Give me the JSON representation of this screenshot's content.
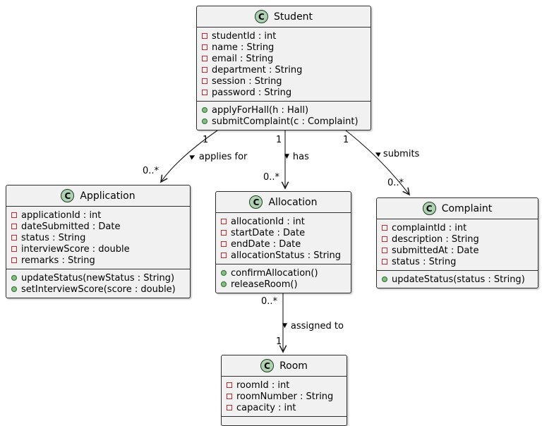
{
  "diagram": {
    "type": "uml-class-diagram",
    "classes": [
      {
        "name": "Student",
        "stereotype": "C",
        "attributes": [
          "studentId : int",
          "name : String",
          "email : String",
          "department : String",
          "session : String",
          "password : String"
        ],
        "methods": [
          "applyForHall(h : Hall)",
          "submitComplaint(c : Complaint)"
        ]
      },
      {
        "name": "Application",
        "stereotype": "C",
        "attributes": [
          "applicationId : int",
          "dateSubmitted : Date",
          "status : String",
          "interviewScore : double",
          "remarks : String"
        ],
        "methods": [
          "updateStatus(newStatus : String)",
          "setInterviewScore(score : double)"
        ]
      },
      {
        "name": "Allocation",
        "stereotype": "C",
        "attributes": [
          "allocationId : int",
          "startDate : Date",
          "endDate : Date",
          "allocationStatus : String"
        ],
        "methods": [
          "confirmAllocation()",
          "releaseRoom()"
        ]
      },
      {
        "name": "Complaint",
        "stereotype": "C",
        "attributes": [
          "complaintId : int",
          "description : String",
          "submittedAt : Date",
          "status : String"
        ],
        "methods": [
          "updateStatus(status : String)"
        ]
      },
      {
        "name": "Room",
        "stereotype": "C",
        "attributes": [
          "roomId : int",
          "roomNumber : String",
          "capacity : int"
        ],
        "methods": []
      }
    ],
    "relations": [
      {
        "from": "Student",
        "to": "Application",
        "label": "applies for",
        "glyph": "▶",
        "from_mult": "1",
        "to_mult": "0..*"
      },
      {
        "from": "Student",
        "to": "Allocation",
        "label": "has",
        "glyph": "▼",
        "from_mult": "1",
        "to_mult": "0..*"
      },
      {
        "from": "Student",
        "to": "Complaint",
        "label": "submits",
        "glyph": "◀",
        "from_mult": "1",
        "to_mult": "0..*"
      },
      {
        "from": "Allocation",
        "to": "Room",
        "label": "assigned to",
        "glyph": "▼",
        "from_mult": "0..*",
        "to_mult": "1"
      }
    ],
    "colors": {
      "box_fill": "#F1F1F1",
      "box_border": "#2F2F2F",
      "stereotype_circle_fill": "#ADD1B2",
      "stereotype_circle_border": "#1D3B1D",
      "field_marker": "#C82930",
      "method_marker_fill": "#84BE84",
      "method_marker_border": "#2C6B2C",
      "edge_line": "#181818",
      "text": "#000000"
    }
  }
}
